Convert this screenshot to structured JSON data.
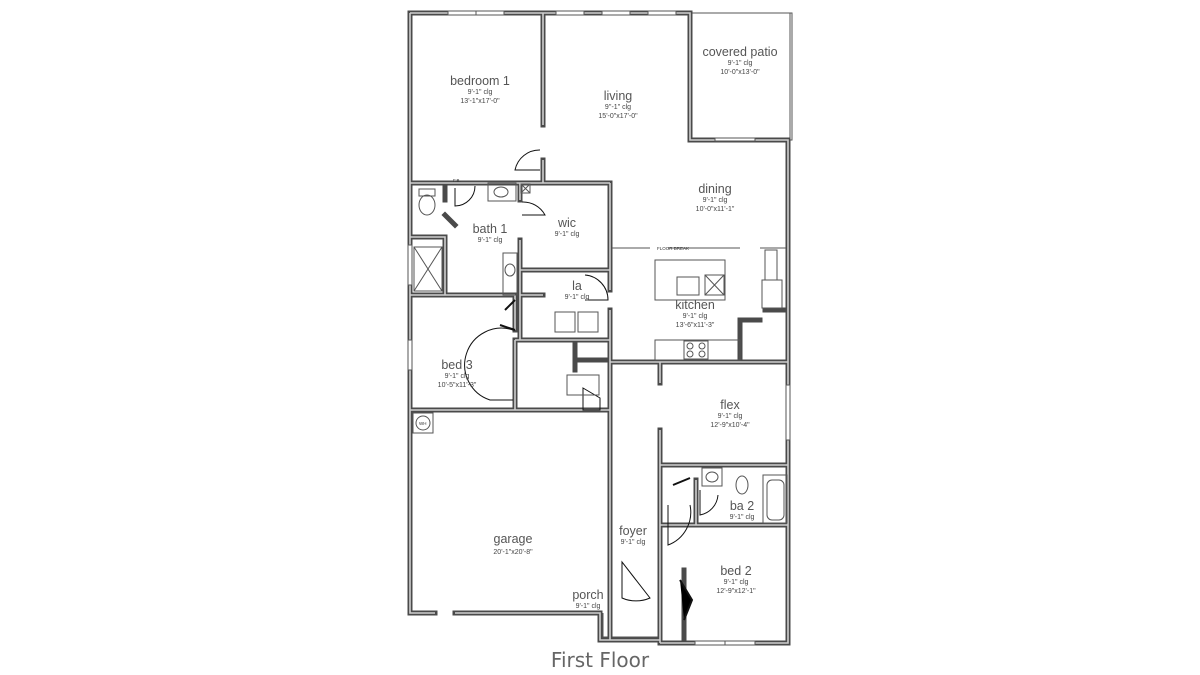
{
  "caption": "First Floor",
  "rooms": {
    "bedroom1": {
      "name": "bedroom 1",
      "ceiling": "9'-1\" clg",
      "size": "13'-1\"x17'-0\""
    },
    "living": {
      "name": "living",
      "ceiling": "9''-1\" clg",
      "size": "15'-0\"x17'-0\""
    },
    "patio": {
      "name": "covered patio",
      "ceiling": "9'-1\" clg",
      "size": "10'-0\"x13'-0\""
    },
    "dining": {
      "name": "dining",
      "ceiling": "9'-1\" clg",
      "size": "10'-0\"x11'-1\""
    },
    "bath1": {
      "name": "bath 1",
      "ceiling": "9'-1\" clg"
    },
    "wic": {
      "name": "wic",
      "ceiling": "9'-1\" clg"
    },
    "la": {
      "name": "la",
      "ceiling": "9'-1\" clg"
    },
    "kitchen": {
      "name": "kitchen",
      "ceiling": "9'-1\" clg",
      "size": "13'-6\"x11'-3\""
    },
    "bed3": {
      "name": "bed 3",
      "ceiling": "9'-1\" clg",
      "size": "10'-5\"x11'-3\""
    },
    "flex": {
      "name": "flex",
      "ceiling": "9'-1\" clg",
      "size": "12'-9\"x10'-4\""
    },
    "ba2": {
      "name": "ba 2",
      "ceiling": "9'-1\" clg"
    },
    "foyer": {
      "name": "foyer",
      "ceiling": "9'-1\" clg"
    },
    "garage": {
      "name": "garage",
      "size": "20'-1\"x20'-8\""
    },
    "bed2": {
      "name": "bed 2",
      "ceiling": "9'-1\" clg",
      "size": "12'-9\"x12'-1\""
    },
    "porch": {
      "name": "porch",
      "ceiling": "9'-1\" clg"
    }
  },
  "annotations": {
    "floor_break": "FLOOR BREAK",
    "fb": "F.B.",
    "wh": "WH"
  }
}
